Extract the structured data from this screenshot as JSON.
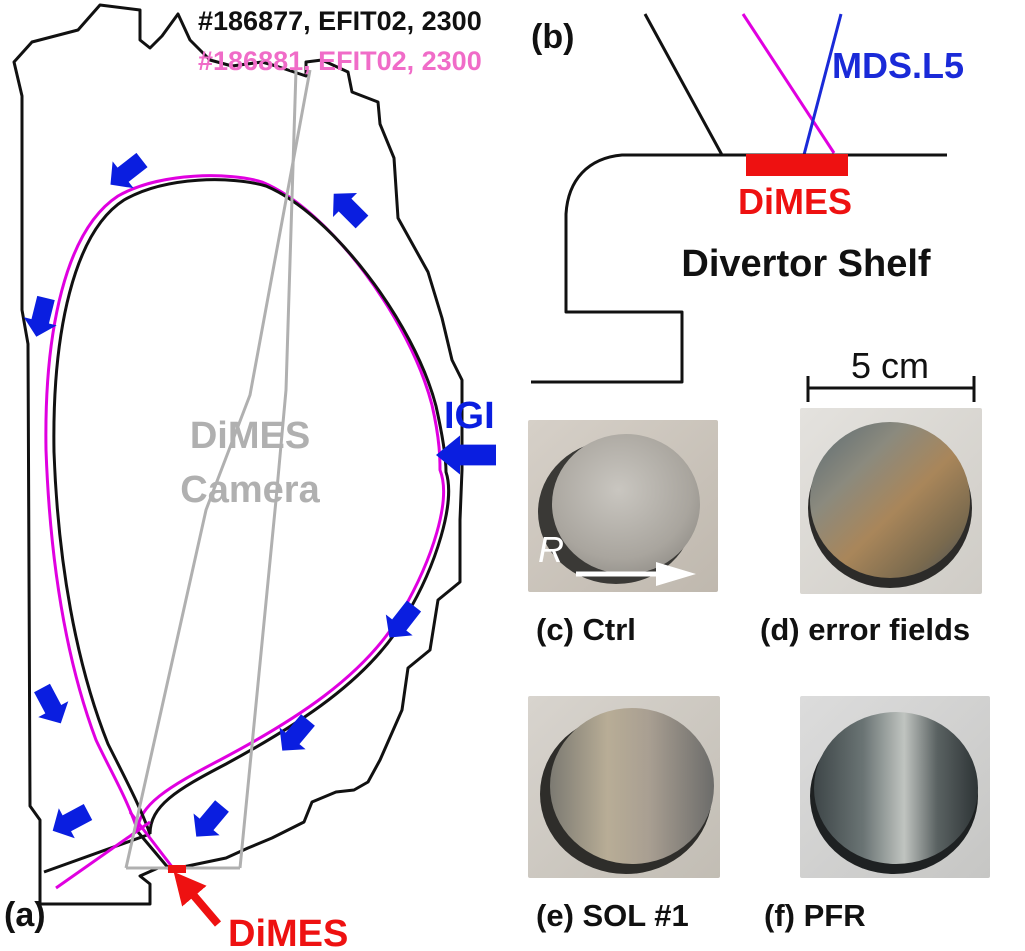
{
  "figure": {
    "panel_a": {
      "label": "(a)",
      "shot1_legend": "#186877, EFIT02, 2300",
      "shot2_legend": "#186881, EFIT02, 2300",
      "camera_label_line1": "DiMES",
      "camera_label_line2": "Camera",
      "igi_label": "IGI",
      "dimes_label": "DiMES"
    },
    "panel_b": {
      "label": "(b)",
      "probe_label": "MDS.L5",
      "dimes_label": "DiMES",
      "shelf_label": "Divertor Shelf"
    },
    "samples": {
      "scale_label": "5 cm",
      "direction_label": "R",
      "c_label": "(c) Ctrl",
      "d_label": "(d) error fields",
      "e_label": "(e) SOL #1",
      "f_label": "(f) PFR"
    },
    "colors": {
      "shot1": "#111111",
      "shot2": "#e000e0",
      "shot2_text": "#f06cc8",
      "arrows": "#0a1ee0",
      "dimes": "#ee1111",
      "camera": "#b0b0b0",
      "probe": "#1a2ad8"
    }
  }
}
